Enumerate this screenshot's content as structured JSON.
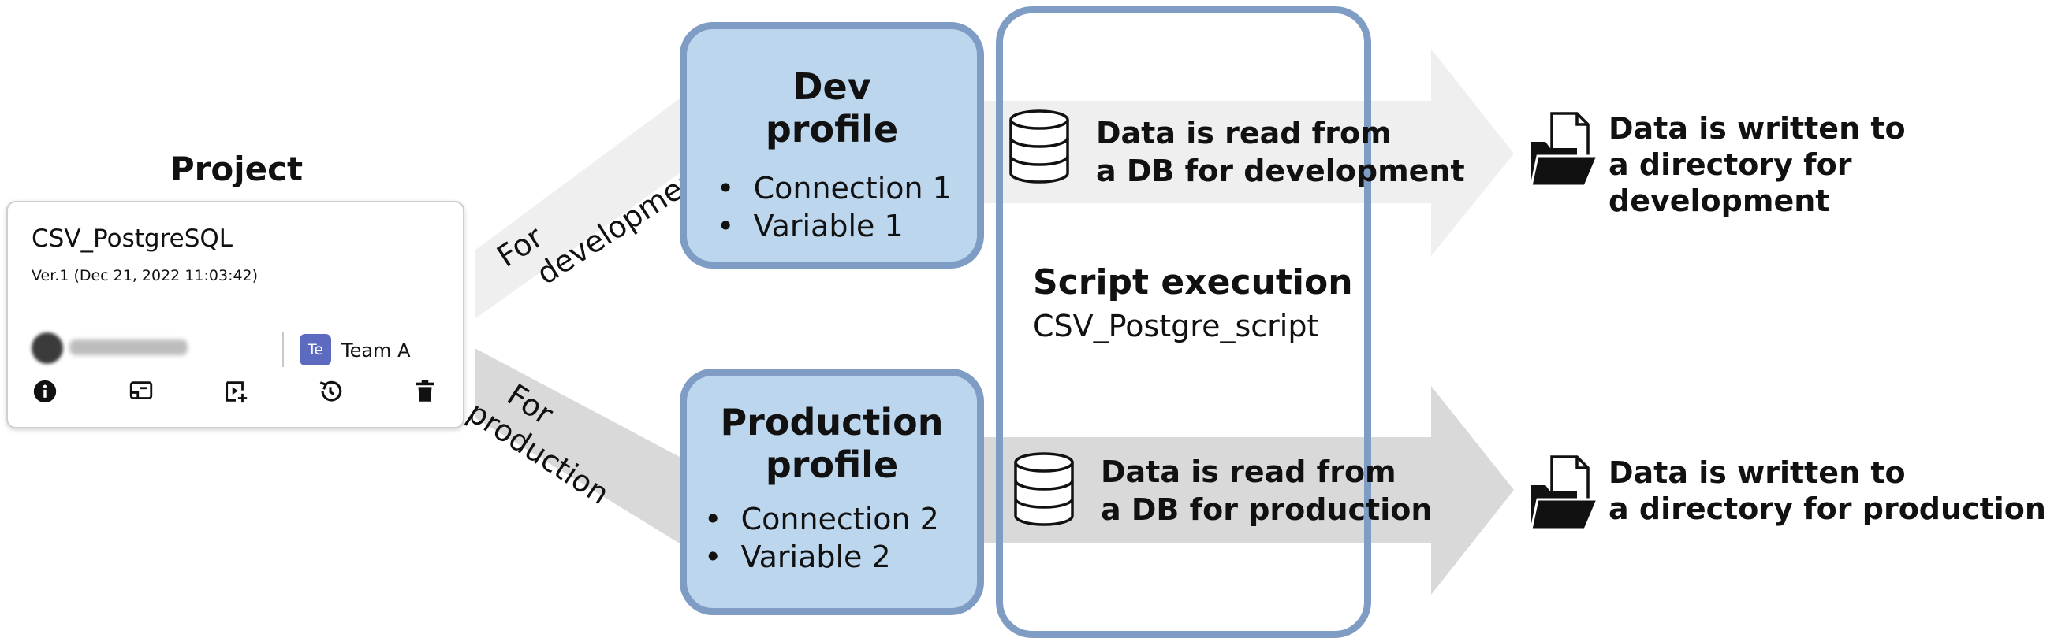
{
  "project": {
    "title": "Project",
    "card": {
      "name": "CSV_PostgreSQL",
      "version": "Ver.1 (Dec 21, 2022 11:03:42)",
      "team_badge": "Te",
      "team_name": "Team A",
      "icons": [
        "info-icon",
        "run-icon",
        "add-schedule-icon",
        "history-icon",
        "delete-icon"
      ]
    }
  },
  "branches": {
    "dev_label": [
      "For",
      "development"
    ],
    "prod_label": [
      "For",
      "production"
    ]
  },
  "dev_profile": {
    "title": [
      "Dev",
      "profile"
    ],
    "items": [
      "Connection 1",
      "Variable 1"
    ]
  },
  "prod_profile": {
    "title": [
      "Production",
      "profile"
    ],
    "items": [
      "Connection 2",
      "Variable 2"
    ]
  },
  "script": {
    "title": "Script execution",
    "name": "CSV_Postgre_script"
  },
  "dev_flow": {
    "read": [
      "Data is read from",
      "a DB for development"
    ],
    "write": [
      "Data is written to",
      "a directory for development"
    ]
  },
  "prod_flow": {
    "read": [
      "Data is read from",
      "a DB for production"
    ],
    "write": [
      "Data is written to",
      "a directory for production"
    ]
  },
  "colors": {
    "profile_fill": "#bcd6ee",
    "profile_border": "#7f9dc4",
    "dev_arrow": "#efefef",
    "prod_arrow": "#d9d9d9"
  }
}
